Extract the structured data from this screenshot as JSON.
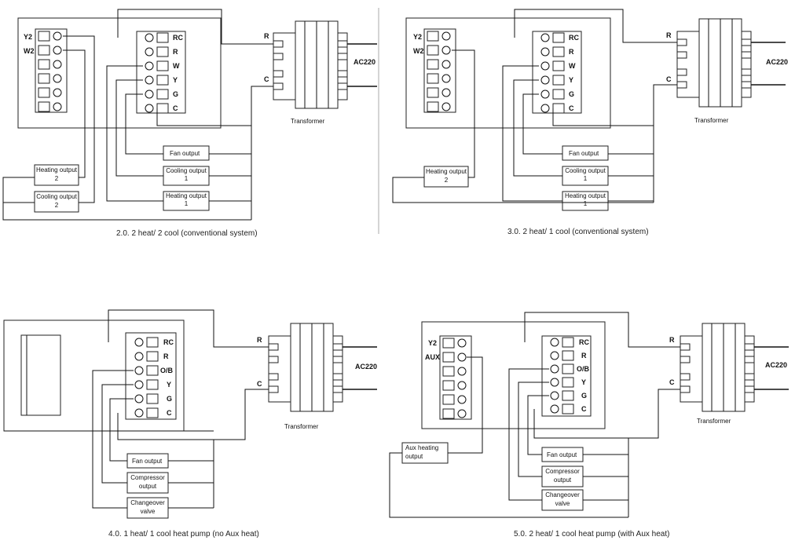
{
  "diagrams": [
    {
      "caption": "2.0.  2 heat/ 2 cool (conventional system)",
      "left_labels": [
        "Y2",
        "W2"
      ],
      "right_labels": [
        "RC",
        "R",
        "W",
        "Y",
        "G",
        "C"
      ],
      "transformer": {
        "label": "Transformer",
        "r": "R",
        "c": "C",
        "ac": "AC220"
      },
      "outputs": [
        "Fan output",
        "Cooling output 1",
        "Heating output 1"
      ],
      "left_outputs": [
        "Heating output 2",
        "Cooling output 2"
      ]
    },
    {
      "caption": "3.0.  2 heat/ 1 cool (conventional system)",
      "left_labels": [
        "Y2",
        "W2"
      ],
      "right_labels": [
        "RC",
        "R",
        "W",
        "Y",
        "G",
        "C"
      ],
      "transformer": {
        "label": "Transformer",
        "r": "R",
        "c": "C",
        "ac": "AC220"
      },
      "outputs": [
        "Fan output",
        "Cooling output 1",
        "Heating output 1"
      ],
      "left_outputs": [
        "Heating output 2"
      ]
    },
    {
      "caption": "4.0.  1 heat/ 1 cool heat pump (no Aux heat)",
      "left_labels": [],
      "right_labels": [
        "RC",
        "R",
        "O/B",
        "Y",
        "G",
        "C"
      ],
      "transformer": {
        "label": "Transformer",
        "r": "R",
        "c": "C",
        "ac": "AC220"
      },
      "outputs": [
        "Fan output",
        "Compressor output",
        "Changeover valve"
      ],
      "left_outputs": []
    },
    {
      "caption": "5.0.  2 heat/ 1 cool heat pump (with Aux heat)",
      "left_labels": [
        "Y2",
        "AUX"
      ],
      "right_labels": [
        "RC",
        "R",
        "O/B",
        "Y",
        "G",
        "C"
      ],
      "transformer": {
        "label": "Transformer",
        "r": "R",
        "c": "C",
        "ac": "AC220"
      },
      "outputs": [
        "Fan output",
        "Compressor output",
        "Changeover valve"
      ],
      "left_outputs": [
        "Aux heating output"
      ]
    }
  ]
}
